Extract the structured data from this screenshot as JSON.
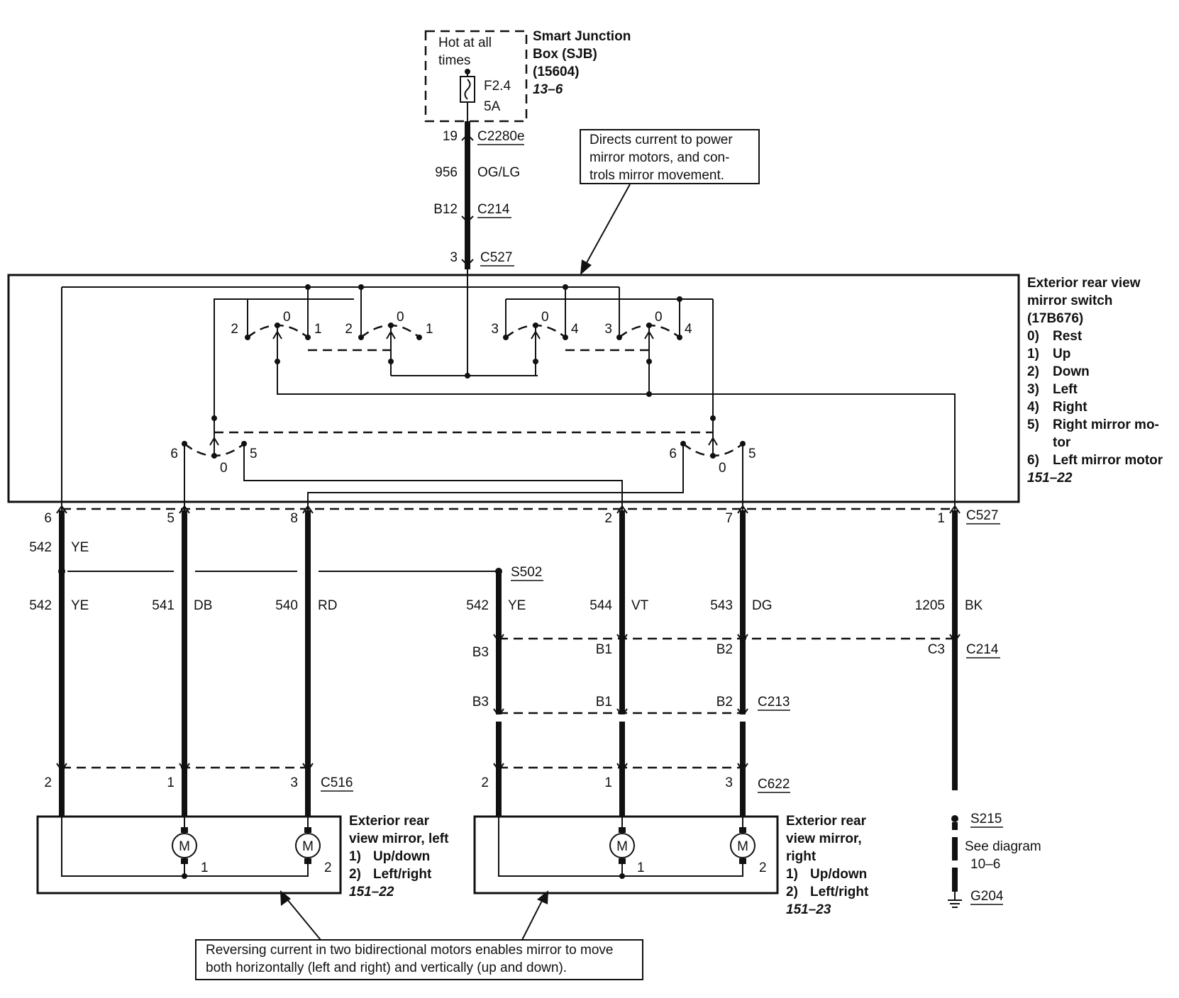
{
  "sjb": {
    "note_line1": "Hot at all",
    "note_line2": "times",
    "fuse": "F2.4",
    "amp": "5A",
    "title_line1": "Smart Junction",
    "title_line2": "Box (SJB)",
    "title_line3": "(15604)",
    "ref": "13–6"
  },
  "feed": {
    "pin_c2280e": "19",
    "conn_c2280e": "C2280e",
    "circuit": "956",
    "color": "OG/LG",
    "pin_c214": "B12",
    "conn_c214": "C214",
    "pin_c527": "3",
    "conn_c527": "C527"
  },
  "callout_top": {
    "line1": "Directs current to power",
    "line2": "mirror motors, and con-",
    "line3": "trols mirror movement."
  },
  "switch": {
    "title_line1": "Exterior rear view",
    "title_line2": "mirror switch",
    "title_line3": "(17B676)",
    "legend": [
      {
        "num": "0)",
        "text": "Rest"
      },
      {
        "num": "1)",
        "text": "Up"
      },
      {
        "num": "2)",
        "text": "Down"
      },
      {
        "num": "3)",
        "text": "Left"
      },
      {
        "num": "4)",
        "text": "Right"
      },
      {
        "num": "5)",
        "text": "Right mirror mo-"
      },
      {
        "num": "",
        "text": "tor"
      },
      {
        "num": "6)",
        "text": "Left mirror motor"
      }
    ],
    "ref": "151–22",
    "contacts": {
      "s1": [
        "2",
        "0",
        "1"
      ],
      "s2": [
        "2",
        "0",
        "1"
      ],
      "s3": [
        "3",
        "0",
        "4"
      ],
      "s4": [
        "3",
        "0",
        "4"
      ],
      "sel_left": [
        "6",
        "0",
        "5"
      ],
      "sel_right": [
        "6",
        "0",
        "5"
      ]
    }
  },
  "c527_bottom": {
    "conn": "C527",
    "pins": [
      "6",
      "5",
      "8",
      "2",
      "7",
      "1"
    ]
  },
  "wires": {
    "w542a": {
      "num": "542",
      "color": "YE"
    },
    "w542b": {
      "num": "542",
      "color": "YE"
    },
    "w541": {
      "num": "541",
      "color": "DB"
    },
    "w540": {
      "num": "540",
      "color": "RD"
    },
    "w542c": {
      "num": "542",
      "color": "YE"
    },
    "w544": {
      "num": "544",
      "color": "VT"
    },
    "w543": {
      "num": "543",
      "color": "DG"
    },
    "w1205": {
      "num": "1205",
      "color": "BK"
    },
    "splice_s502": "S502"
  },
  "c214": {
    "conn": "C214",
    "pins": [
      "B3",
      "B1",
      "B2",
      "C3"
    ]
  },
  "c213": {
    "conn": "C213",
    "pins": [
      "B3",
      "B1",
      "B2"
    ]
  },
  "c516": {
    "conn": "C516",
    "pins": [
      "2",
      "1",
      "3"
    ]
  },
  "c622": {
    "conn": "C622",
    "pins": [
      "2",
      "1",
      "3"
    ]
  },
  "mirror_left": {
    "line1": "Exterior rear",
    "line2": "view mirror, left",
    "item1_num": "1)",
    "item1": "Up/down",
    "item2_num": "2)",
    "item2": "Left/right",
    "ref": "151–22",
    "motor1": "1",
    "motor2": "2",
    "motor_symbol": "M"
  },
  "mirror_right": {
    "line1": "Exterior rear",
    "line2": "view mirror,",
    "line3": "right",
    "item1_num": "1)",
    "item1": "Up/down",
    "item2_num": "2)",
    "item2": "Left/right",
    "ref": "151–23",
    "motor1": "1",
    "motor2": "2",
    "motor_symbol": "M"
  },
  "ground": {
    "splice": "S215",
    "see_line1": "See diagram",
    "see_line2": "10–6",
    "ground_id": "G204"
  },
  "callout_bottom": {
    "line1": "Reversing current in two bidirectional motors enables mirror to move",
    "line2": "both horizontally (left and right) and vertically (up and down)."
  }
}
